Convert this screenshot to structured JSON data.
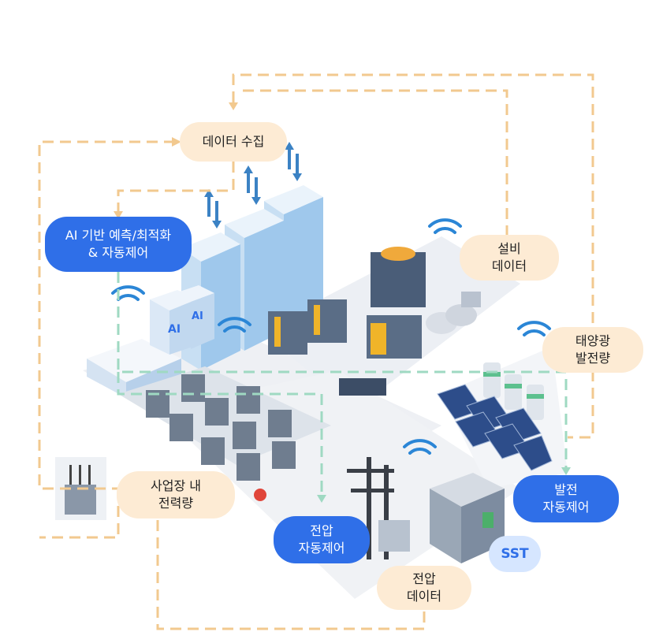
{
  "labels": {
    "data_collection": "데이터 수집",
    "ai_prediction": "AI 기반 예측/최적화\n& 자동제어",
    "equipment_data": "설비\n데이터",
    "solar_generation": "태양광\n발전량",
    "site_power": "사업장 내\n전력량",
    "voltage_control": "전압\n자동제어",
    "generation_control": "발전\n자동제어",
    "sst": "SST",
    "voltage_data": "전압\n데이터",
    "server_ai_text": "AI"
  },
  "colors": {
    "data_flow_line": "#f2c98f",
    "control_flow_line": "#9fd9c2",
    "cream_pill": "#fdebd4",
    "blue_pill": "#2f6fe8",
    "light_blue_pill": "#d6e6ff",
    "wifi_icon": "#2b86d6"
  }
}
